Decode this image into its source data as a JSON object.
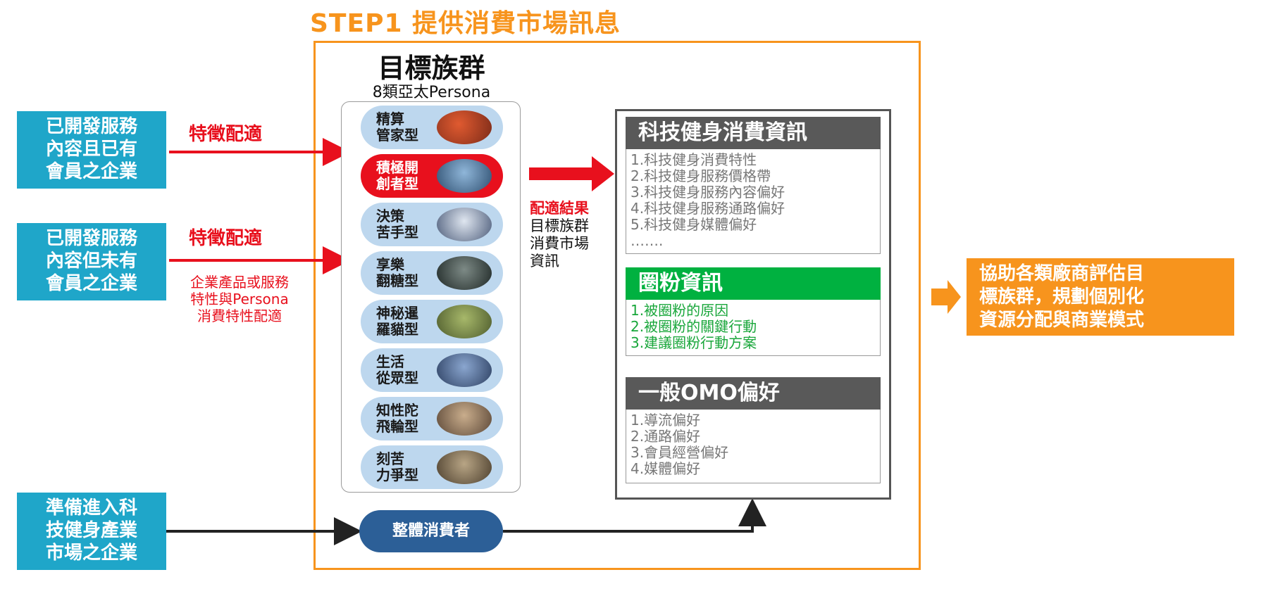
{
  "title": "STEP1 提供消費市場訊息",
  "left_boxes": [
    {
      "lines": [
        "已開發服務",
        "內容且已有",
        "會員之企業"
      ]
    },
    {
      "lines": [
        "已開發服務",
        "內容但未有",
        "會員之企業"
      ]
    },
    {
      "lines": [
        "準備進入科",
        "技健身產業",
        "市場之企業"
      ]
    }
  ],
  "match_label_1": "特徵配適",
  "match_label_2": "特徵配適",
  "match_note": [
    "企業產品或服務",
    "特性與Persona",
    "消費特性配適"
  ],
  "target_group": {
    "title": "目標族群",
    "subtitle": "8類亞太Persona",
    "check_mark": "√",
    "personas": [
      {
        "label": "精算\n管家型",
        "selected": false
      },
      {
        "label": "積極開\n創者型",
        "selected": true
      },
      {
        "label": "決策\n苦手型",
        "selected": false
      },
      {
        "label": "享樂\n翻糖型",
        "selected": false
      },
      {
        "label": "神秘暹\n羅貓型",
        "selected": false
      },
      {
        "label": "生活\n從眾型",
        "selected": false
      },
      {
        "label": "知性陀\n飛輪型",
        "selected": false
      },
      {
        "label": "刻苦\n力爭型",
        "selected": false
      }
    ],
    "whole_consumers": "整體消費者"
  },
  "result": {
    "title": "配適結果",
    "lines": [
      "目標族群",
      "消費市場",
      "資訊"
    ]
  },
  "info_sections": [
    {
      "header": "科技健身消費資訊",
      "header_color": "#595959",
      "items": [
        "1.科技健身消費特性",
        "2.科技健身服務價格帶",
        "3.科技健身服務內容偏好",
        "4.科技健身服務通路偏好",
        "5.科技健身媒體偏好",
        "……."
      ]
    },
    {
      "header": "圈粉資訊",
      "header_color": "#00b140",
      "items": [
        "1.被圈粉的原因",
        "2.被圈粉的關鍵行動",
        "3.建議圈粉行動方案"
      ]
    },
    {
      "header": "一般OMO偏好",
      "header_color": "#595959",
      "items": [
        "1.導流偏好",
        "2.通路偏好",
        "3.會員經營偏好",
        "4.媒體偏好"
      ]
    }
  ],
  "outcome": [
    "協助各類廠商評估目",
    "標族群，規劃個別化",
    "資源分配與商業模式"
  ],
  "colors": {
    "orange": "#f7941d",
    "teal": "#1fa6c9",
    "red": "#e8101d",
    "navy": "#2c5f97",
    "pill": "#bdd7ee"
  }
}
